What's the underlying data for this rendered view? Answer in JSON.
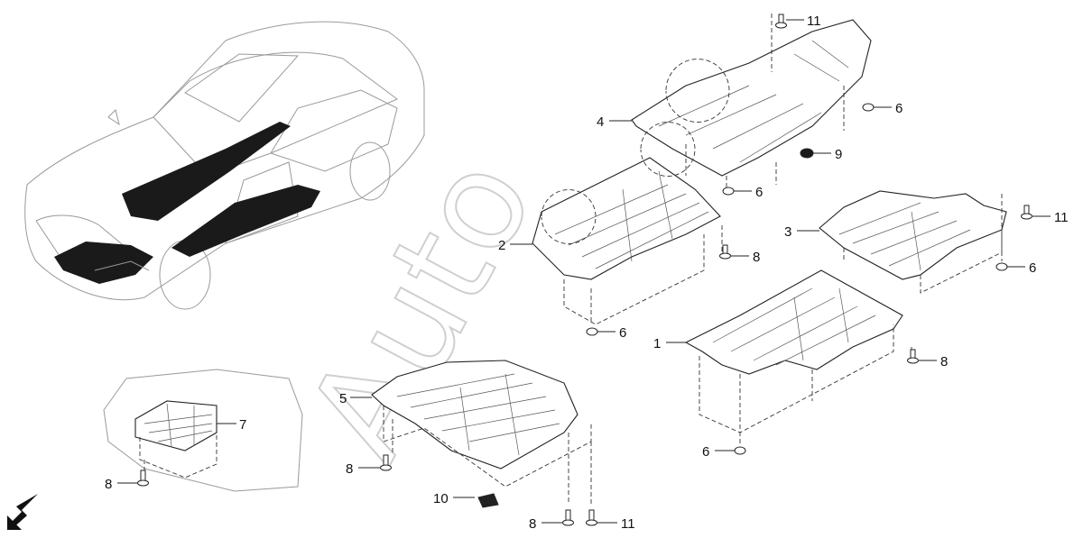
{
  "diagram": {
    "watermark": "Auto",
    "callouts": [
      "1",
      "2",
      "3",
      "4",
      "5",
      "6",
      "6",
      "6",
      "6",
      "6",
      "7",
      "8",
      "8",
      "8",
      "8",
      "8",
      "9",
      "10",
      "11",
      "11",
      "11"
    ]
  },
  "colors": {
    "line": "#222222",
    "car_line": "#9a9a9a",
    "mat_fill": "#1a1a1a",
    "watermark": "#cfcfcf"
  },
  "icons": {
    "direction": "front-direction-arrow-icon"
  }
}
